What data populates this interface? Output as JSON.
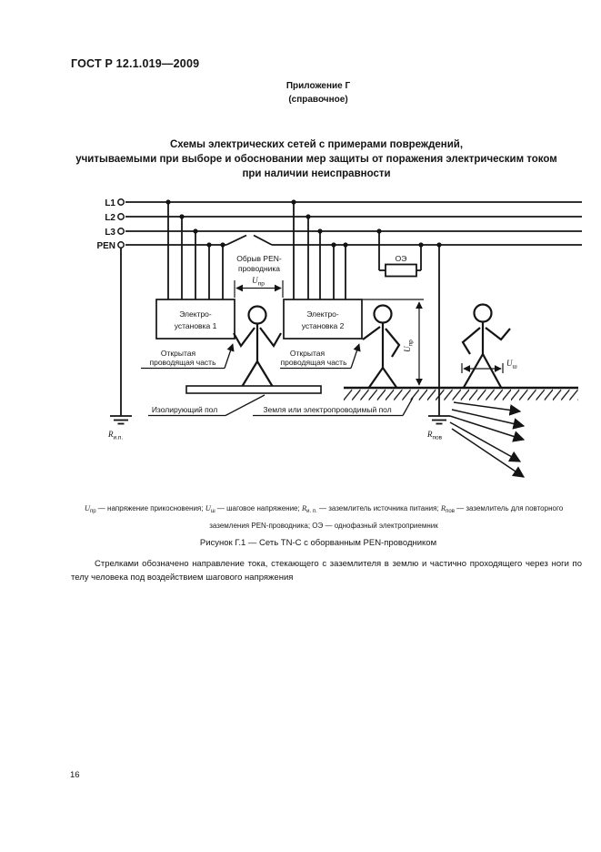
{
  "header": {
    "standard_ref": "ГОСТ Р 12.1.019—2009"
  },
  "appendix": {
    "title": "Приложение Г",
    "subtitle": "(справочное)"
  },
  "section_title": {
    "line1": "Схемы электрических сетей с примерами повреждений,",
    "line2": "учитываемыми при выборе и обосновании мер защиты от поражения электрическим током",
    "line3": "при наличии неисправности"
  },
  "diagram": {
    "bus_labels": {
      "l1": "L1",
      "l2": "L2",
      "l3": "L3",
      "pen": "PEN"
    },
    "break_label": {
      "line1": "Обрыв PEN-",
      "line2": "проводника"
    },
    "u_pr": {
      "sym": "U",
      "sub": "пр"
    },
    "u_sh": {
      "sym": "U",
      "sub": "ш"
    },
    "r_ip": {
      "sym": "R",
      "sub": "и.п."
    },
    "r_pov": {
      "sym": "R",
      "sub": "пов"
    },
    "oz_label": "ОЭ",
    "box1": {
      "line1": "Электро-",
      "line2": "установка 1"
    },
    "box2": {
      "line1": "Электро-",
      "line2": "установка 2"
    },
    "callout_left": {
      "line1": "Открытая",
      "line2": "проводящая часть"
    },
    "callout_right": {
      "line1": "Открытая",
      "line2": "проводящая часть"
    },
    "floor_label": "Изолирующий пол",
    "ground_label": "Земля или электропроводимый пол"
  },
  "legend": {
    "items": [
      {
        "sym": "U",
        "sub": "пр",
        "desc": " — напряжение прикосновения; "
      },
      {
        "sym": "U",
        "sub": "ш",
        "desc": " — шаговое напряжение; "
      },
      {
        "sym": "R",
        "sub": "и. п.",
        "desc": " — заземлитель источника питания; "
      },
      {
        "sym": "R",
        "sub": "пов",
        "desc": " — заземлитель для повторного заземления PEN-проводника; "
      },
      {
        "sym": "ОЭ",
        "sub": "",
        "desc": " — однофазный электроприемник"
      }
    ]
  },
  "figure_caption": "Рисунок Г.1 — Сеть TN-C с оборванным PEN-проводником",
  "note": "Стрелками обозначено направление тока, стекающего с заземлителя в землю и частично проходящего через ноги по телу человека под воздействием шагового напряжения",
  "page_number": "16"
}
